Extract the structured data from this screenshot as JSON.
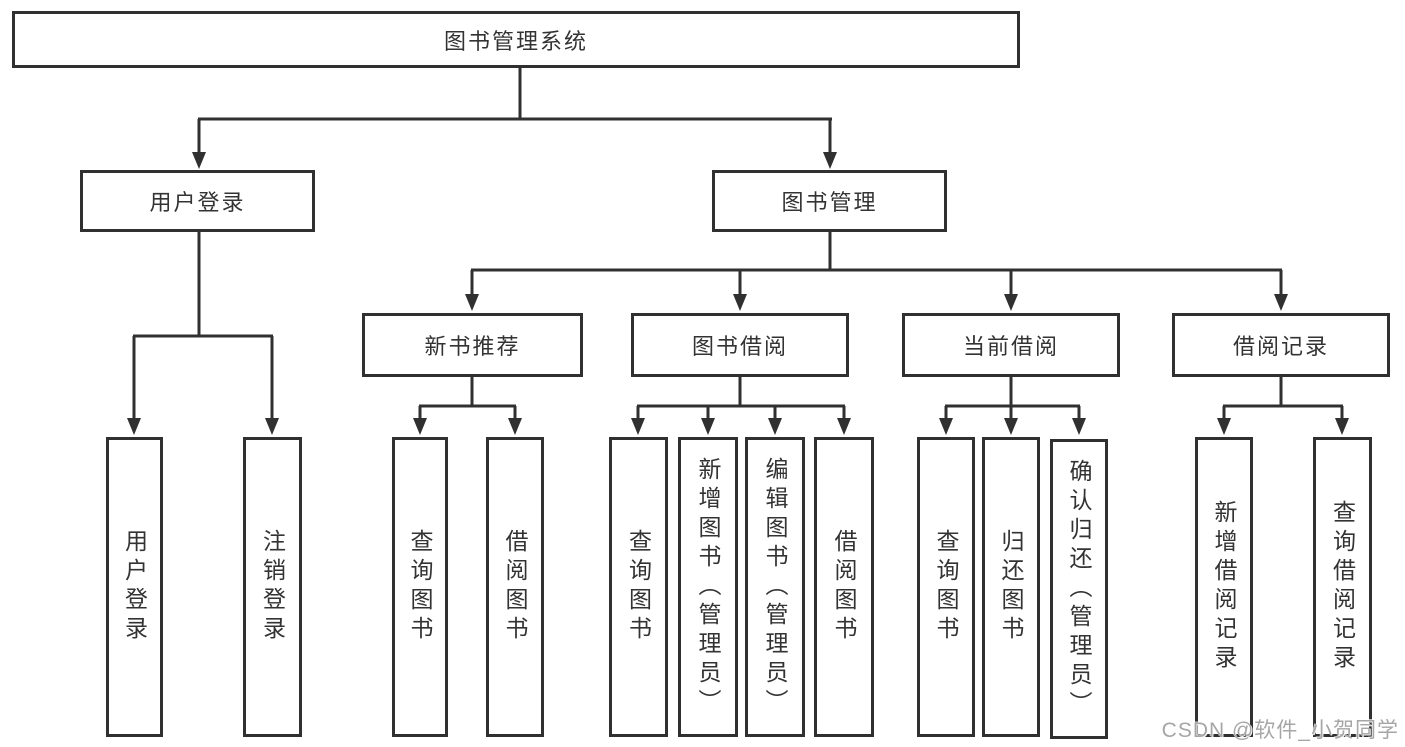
{
  "diagram": {
    "root": {
      "label": "图书管理系统"
    },
    "branches": [
      {
        "label": "用户登录",
        "children": [
          {
            "label": "用户登录"
          },
          {
            "label": "注销登录"
          }
        ]
      },
      {
        "label": "图书管理",
        "children": [
          {
            "label": "新书推荐",
            "children": [
              {
                "label": "查询图书"
              },
              {
                "label": "借阅图书"
              }
            ]
          },
          {
            "label": "图书借阅",
            "children": [
              {
                "label": "查询图书"
              },
              {
                "label": "新增图书（管理员）"
              },
              {
                "label": "编辑图书（管理员）"
              },
              {
                "label": "借阅图书"
              }
            ]
          },
          {
            "label": "当前借阅",
            "children": [
              {
                "label": "查询图书"
              },
              {
                "label": "归还图书"
              },
              {
                "label": "确认归还（管理员）"
              }
            ]
          },
          {
            "label": "借阅记录",
            "children": [
              {
                "label": "新增借阅记录"
              },
              {
                "label": "查询借阅记录"
              }
            ]
          }
        ]
      }
    ]
  },
  "watermark": {
    "text": "CSDN @软件_小贺同学"
  },
  "colors": {
    "line": "#303030",
    "text": "#333333",
    "background": "#ffffff",
    "watermark": "#a6a6a6"
  }
}
